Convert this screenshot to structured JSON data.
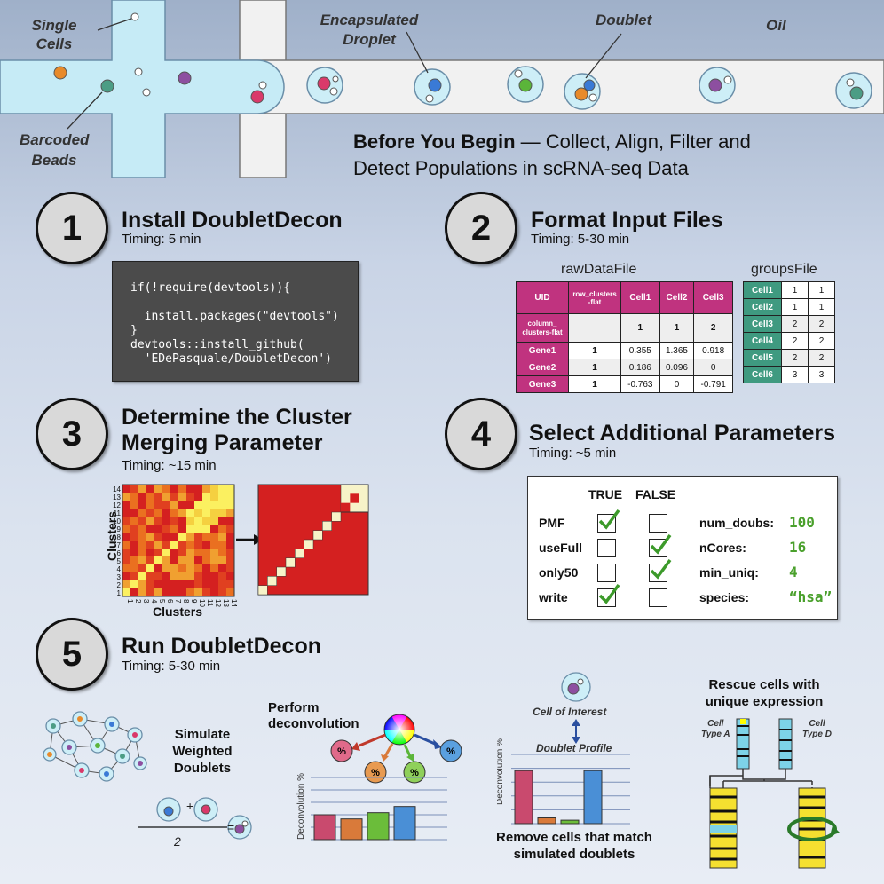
{
  "top": {
    "labels": {
      "single_cells": [
        "Single",
        "Cells"
      ],
      "barcoded_beads": [
        "Barcoded",
        "Beads"
      ],
      "encapsulated": [
        "Encapsulated",
        "Droplet"
      ],
      "doublet": "Doublet",
      "oil": "Oil"
    },
    "headline": {
      "bold": "Before You Begin",
      "rest_line1": " — Collect, Align, Filter and",
      "line2": "Detect Populations in scRNA-seq Data"
    }
  },
  "step1": {
    "num": "1",
    "title": "Install DoubletDecon",
    "timing": "Timing: 5 min",
    "code": [
      "if(!require(devtools)){",
      "  install.packages(\"devtools\")",
      "}",
      "devtools::install_github(",
      "  'EDePasquale/DoubletDecon')"
    ]
  },
  "step2": {
    "num": "2",
    "title": "Format Input Files",
    "timing": "Timing: 5-30 min",
    "raw_title": "rawDataFile",
    "groups_title": "groupsFile",
    "raw_header": [
      "UID",
      "row_clusters\n-flat",
      "Cell1",
      "Cell2",
      "Cell3"
    ],
    "raw_row2": [
      "column_\nclusters-flat",
      "",
      "1",
      "1",
      "2"
    ],
    "raw_rows": [
      [
        "Gene1",
        "1",
        "0.355",
        "1.365",
        "0.918"
      ],
      [
        "Gene2",
        "1",
        "0.186",
        "0.096",
        "0"
      ],
      [
        "Gene3",
        "1",
        "-0.763",
        "0",
        "-0.791"
      ]
    ],
    "groups_rows": [
      [
        "Cell1",
        "1",
        "1"
      ],
      [
        "Cell2",
        "1",
        "1"
      ],
      [
        "Cell3",
        "2",
        "2"
      ],
      [
        "Cell4",
        "2",
        "2"
      ],
      [
        "Cell5",
        "2",
        "2"
      ],
      [
        "Cell6",
        "3",
        "3"
      ]
    ]
  },
  "step3": {
    "num": "3",
    "title_lines": [
      "Determine the Cluster",
      "Merging Parameter"
    ],
    "timing": "Timing: ~15 min",
    "xlabel": "Clusters",
    "ylabel": "Clusters",
    "ticks": [
      "1",
      "2",
      "3",
      "4",
      "5",
      "6",
      "7",
      "8",
      "9",
      "10",
      "11",
      "12",
      "13",
      "14"
    ]
  },
  "step4": {
    "num": "4",
    "title": "Select Additional Parameters",
    "timing": "Timing: ~5 min",
    "true_label": "TRUE",
    "false_label": "FALSE",
    "params": [
      {
        "name": "PMF",
        "true": true
      },
      {
        "name": "useFull",
        "true": false
      },
      {
        "name": "only50",
        "true": false
      },
      {
        "name": "write",
        "true": true
      }
    ],
    "settings": [
      {
        "name": "num_doubs:",
        "value": "100"
      },
      {
        "name": "nCores:",
        "value": "16"
      },
      {
        "name": "min_uniq:",
        "value": "4"
      },
      {
        "name": "species:",
        "value": "“hsa”"
      }
    ]
  },
  "step5": {
    "num": "5",
    "title": "Run DoubletDecon",
    "timing": "Timing: 5-30 min",
    "simulate": [
      "Simulate",
      "Weighted",
      "Doublets"
    ],
    "plus": "+",
    "divisor": "2",
    "equals": "=",
    "perform": [
      "Perform",
      "deconvolution"
    ],
    "percent": "%",
    "deconv_axis": "Deconvolution %",
    "bars1": [
      24,
      20,
      26,
      32
    ],
    "bars2": [
      46,
      5,
      3,
      46
    ],
    "bar_colors": [
      "#c94a6e",
      "#d97a3a",
      "#6bbd3a",
      "#4a8fd6"
    ],
    "cell_of_interest": "Cell of Interest",
    "doublet_profile": "Doublet Profile",
    "remove": [
      "Remove cells that match",
      "simulated doublets"
    ],
    "rescue": [
      "Rescue cells with",
      "unique expression"
    ],
    "cell_type_a": [
      "Cell",
      "Type A"
    ],
    "cell_type_d": [
      "Cell",
      "Type D"
    ]
  }
}
